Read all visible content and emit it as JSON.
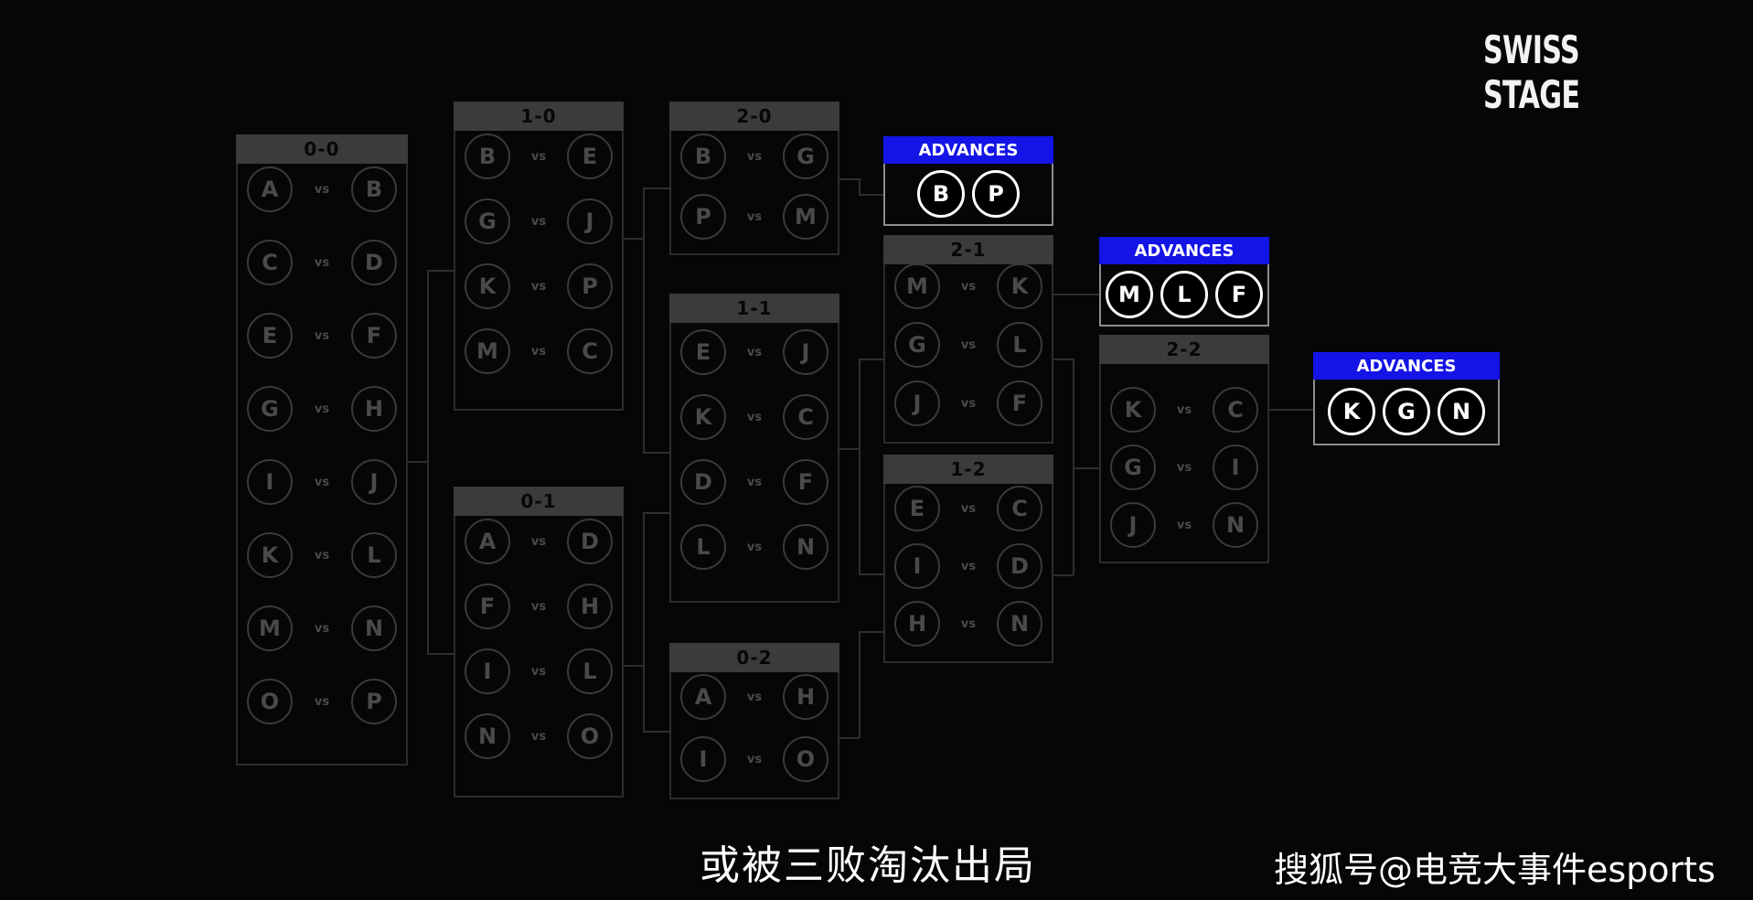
{
  "title": "SWISS STAGE",
  "vs_label": "vs",
  "rounds": [
    {
      "record": "0-0",
      "matches": [
        [
          "A",
          "B"
        ],
        [
          "C",
          "D"
        ],
        [
          "E",
          "F"
        ],
        [
          "G",
          "H"
        ],
        [
          "I",
          "J"
        ],
        [
          "K",
          "L"
        ],
        [
          "M",
          "N"
        ],
        [
          "O",
          "P"
        ]
      ]
    },
    {
      "record": "1-0",
      "matches": [
        [
          "B",
          "E"
        ],
        [
          "G",
          "J"
        ],
        [
          "K",
          "P"
        ],
        [
          "M",
          "C"
        ]
      ]
    },
    {
      "record": "0-1",
      "matches": [
        [
          "A",
          "D"
        ],
        [
          "F",
          "H"
        ],
        [
          "I",
          "L"
        ],
        [
          "N",
          "O"
        ]
      ]
    },
    {
      "record": "2-0",
      "matches": [
        [
          "B",
          "G"
        ],
        [
          "P",
          "M"
        ]
      ]
    },
    {
      "record": "1-1",
      "matches": [
        [
          "E",
          "J"
        ],
        [
          "K",
          "C"
        ],
        [
          "D",
          "F"
        ],
        [
          "L",
          "N"
        ]
      ]
    },
    {
      "record": "0-2",
      "matches": [
        [
          "A",
          "H"
        ],
        [
          "I",
          "O"
        ]
      ]
    },
    {
      "record": "2-1",
      "matches": [
        [
          "M",
          "K"
        ],
        [
          "G",
          "L"
        ],
        [
          "J",
          "F"
        ]
      ]
    },
    {
      "record": "1-2",
      "matches": [
        [
          "E",
          "C"
        ],
        [
          "I",
          "D"
        ],
        [
          "H",
          "N"
        ]
      ]
    },
    {
      "record": "2-2",
      "matches": [
        [
          "K",
          "C"
        ],
        [
          "G",
          "I"
        ],
        [
          "J",
          "N"
        ]
      ]
    }
  ],
  "advances": [
    {
      "label": "ADVANCES",
      "teams": [
        "B",
        "P"
      ]
    },
    {
      "label": "ADVANCES",
      "teams": [
        "M",
        "L",
        "F"
      ]
    },
    {
      "label": "ADVANCES",
      "teams": [
        "K",
        "G",
        "N"
      ]
    }
  ],
  "subtitle": "或被三败淘汰出局",
  "watermark": "搜狐号@电竞大事件esports"
}
